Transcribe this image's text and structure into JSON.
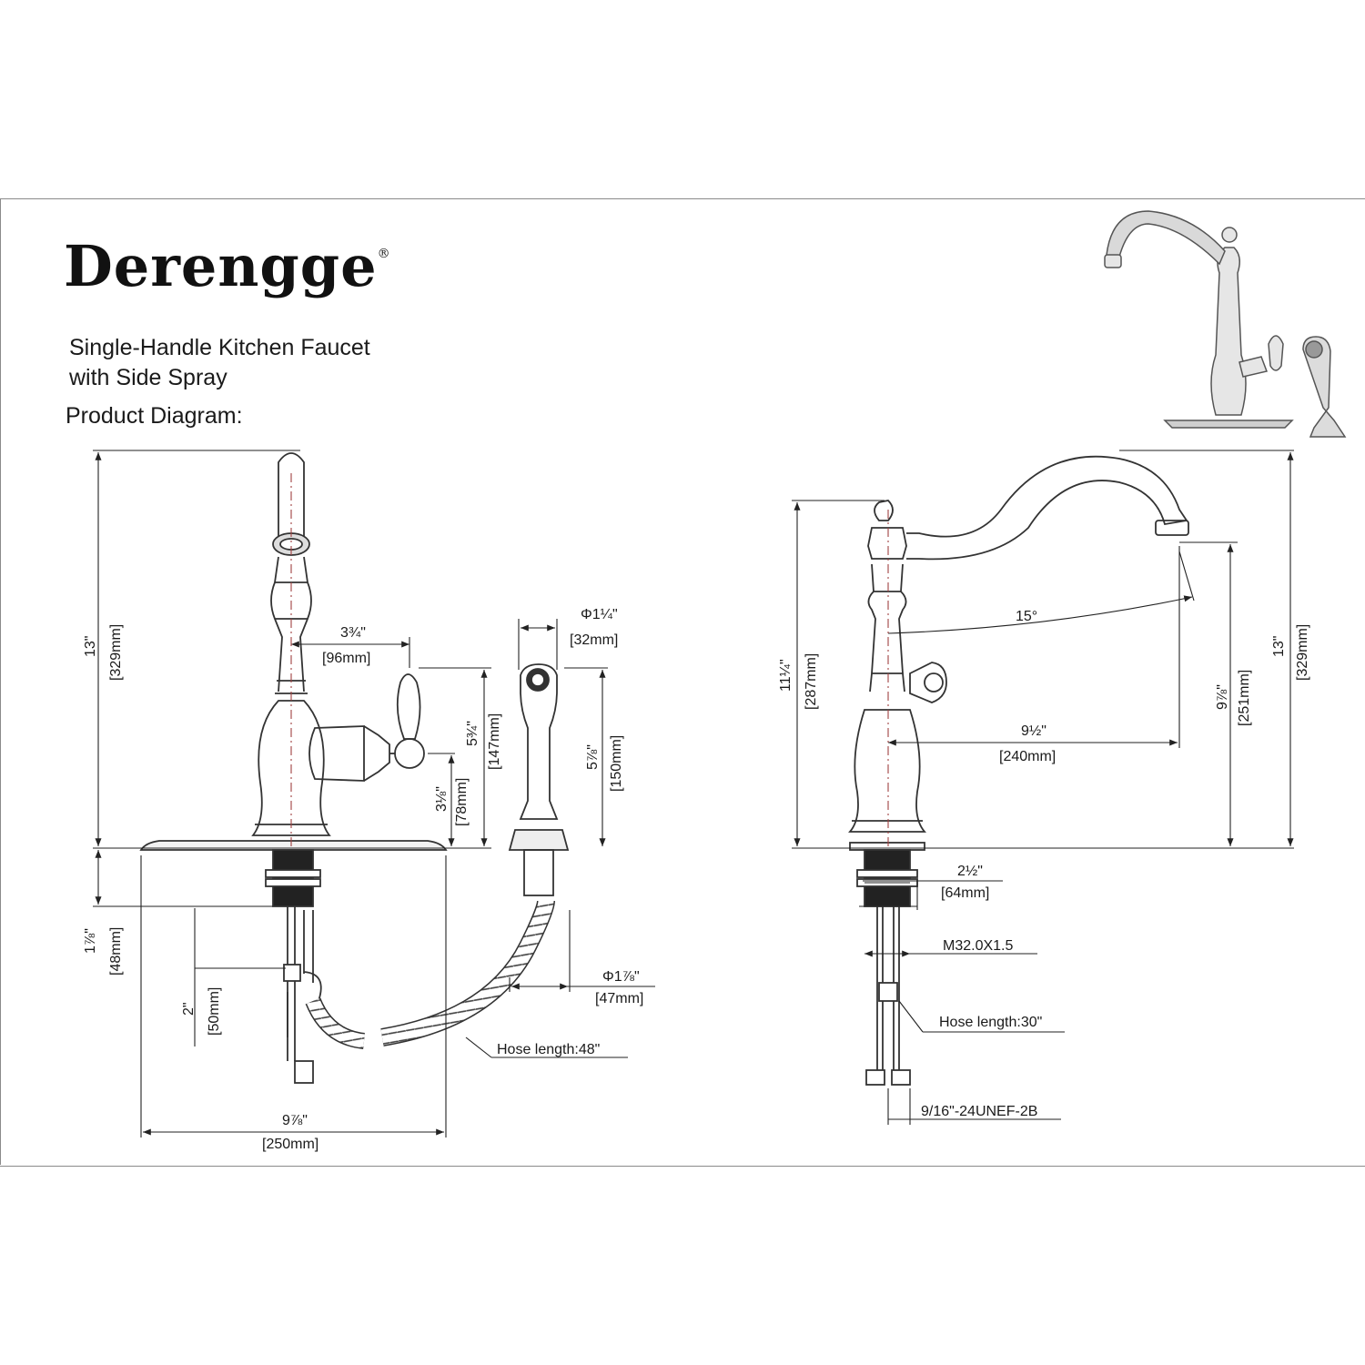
{
  "brand": {
    "name": "Derengge",
    "mark": "®"
  },
  "title": {
    "line1": "Single-Handle Kitchen Faucet",
    "line2": "with Side Spray",
    "line3": "Product Diagram:"
  },
  "front_view": {
    "total_height": {
      "inch": "13\"",
      "mm": "[329mm]"
    },
    "handle_offset": {
      "inch": "3¾\"",
      "mm": "[96mm]"
    },
    "handle_height": {
      "inch": "5¾\"",
      "mm": "[147mm]"
    },
    "handle_center_height": {
      "inch": "3⅛\"",
      "mm": "[78mm]"
    },
    "shank_top": {
      "inch": "1⅞\"",
      "mm": "[48mm]"
    },
    "shank_lower": {
      "inch": "2\"",
      "mm": "[50mm]"
    },
    "deck_plate_width": {
      "inch": "9⅞\"",
      "mm": "[250mm]"
    },
    "hose_length": "Hose length:48\""
  },
  "side_spray": {
    "head_diameter": {
      "inch": "Φ1¼\"",
      "mm": "[32mm]"
    },
    "height": {
      "inch": "5⅞\"",
      "mm": "[150mm]"
    },
    "base_diameter": {
      "inch": "Φ1⅞\"",
      "mm": "[47mm]"
    }
  },
  "side_view": {
    "body_height": {
      "inch": "11¼\"",
      "mm": "[287mm]"
    },
    "swivel_angle": "15°",
    "spout_reach": {
      "inch": "9½\"",
      "mm": "[240mm]"
    },
    "spout_clearance": {
      "inch": "9⅞\"",
      "mm": "[251mm]"
    },
    "total_height": {
      "inch": "13\"",
      "mm": "[329mm]"
    },
    "shank_diameter": {
      "inch": "2½\"",
      "mm": "[64mm]"
    },
    "thread": "M32.0X1.5",
    "hose_length": "Hose length:30\"",
    "connector": "9/16\"-24UNEF-2B"
  },
  "icons": [
    "faucet-product-photo-icon"
  ]
}
